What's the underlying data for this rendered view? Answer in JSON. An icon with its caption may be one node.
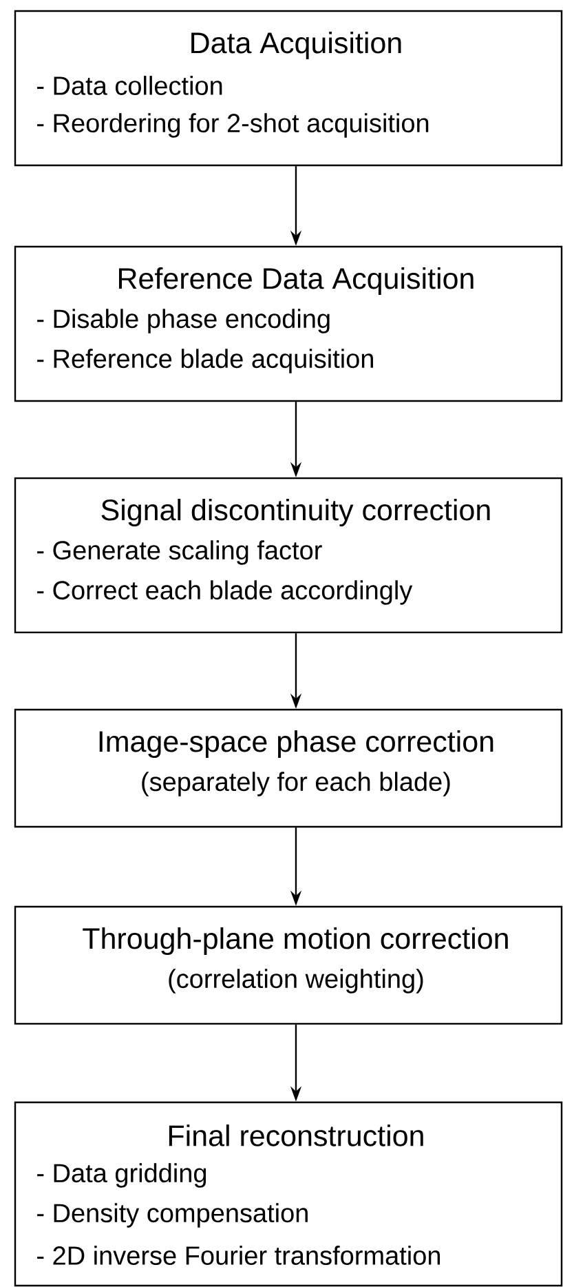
{
  "diagram": {
    "nodes": [
      {
        "text": [
          "Data Acquisition",
          "- Data collection",
          "- Reordering for 2-shot acquisition"
        ]
      },
      {
        "text": [
          "Reference Data Acquisition",
          "- Disable phase encoding",
          "- Reference blade acquisition"
        ]
      },
      {
        "text": [
          "Signal discontinuity correction",
          "- Generate scaling factor",
          "- Correct each blade accordingly"
        ]
      },
      {
        "text": [
          "Image-space phase correction",
          "(separately for each blade)"
        ]
      },
      {
        "text": [
          "Through-plane motion correction",
          "(correlation weighting)"
        ]
      },
      {
        "text": [
          "Final reconstruction",
          "- Data gridding",
          "- Density compensation",
          "- 2D inverse Fourier transformation"
        ]
      }
    ],
    "edges": [
      {
        "from": 0,
        "to": 1,
        "arrow": "to"
      },
      {
        "from": 1,
        "to": 2,
        "arrow": "to"
      },
      {
        "from": 2,
        "to": 3,
        "arrow": "to"
      },
      {
        "from": 3,
        "to": 4,
        "arrow": "to"
      },
      {
        "from": 4,
        "to": 5,
        "arrow": "to"
      }
    ]
  }
}
